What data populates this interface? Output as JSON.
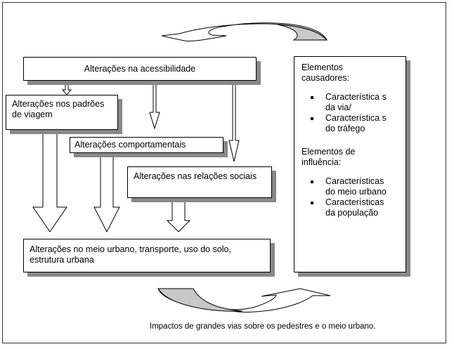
{
  "boxes": {
    "acessibilidade": "Alterações na acessibilidade",
    "padroes": "Alterações nos padrões de viagem",
    "comportamentais": "Alterações comportamentais",
    "relacoes": "Alterações nas relações sociais",
    "meio_urbano": "Alterações no meio urbano, transporte, uso do solo, estrutura urbana"
  },
  "side_panel": {
    "heading1": "Elementos causadores:",
    "list1": [
      "Característica s da via/",
      "Característica s do tráfego"
    ],
    "heading2": "Elementos de influência:",
    "list2": [
      "Características do meio urbano",
      "Características da população"
    ]
  },
  "caption": "Impactos de grandes vias sobre os pedestres e o meio urbano."
}
